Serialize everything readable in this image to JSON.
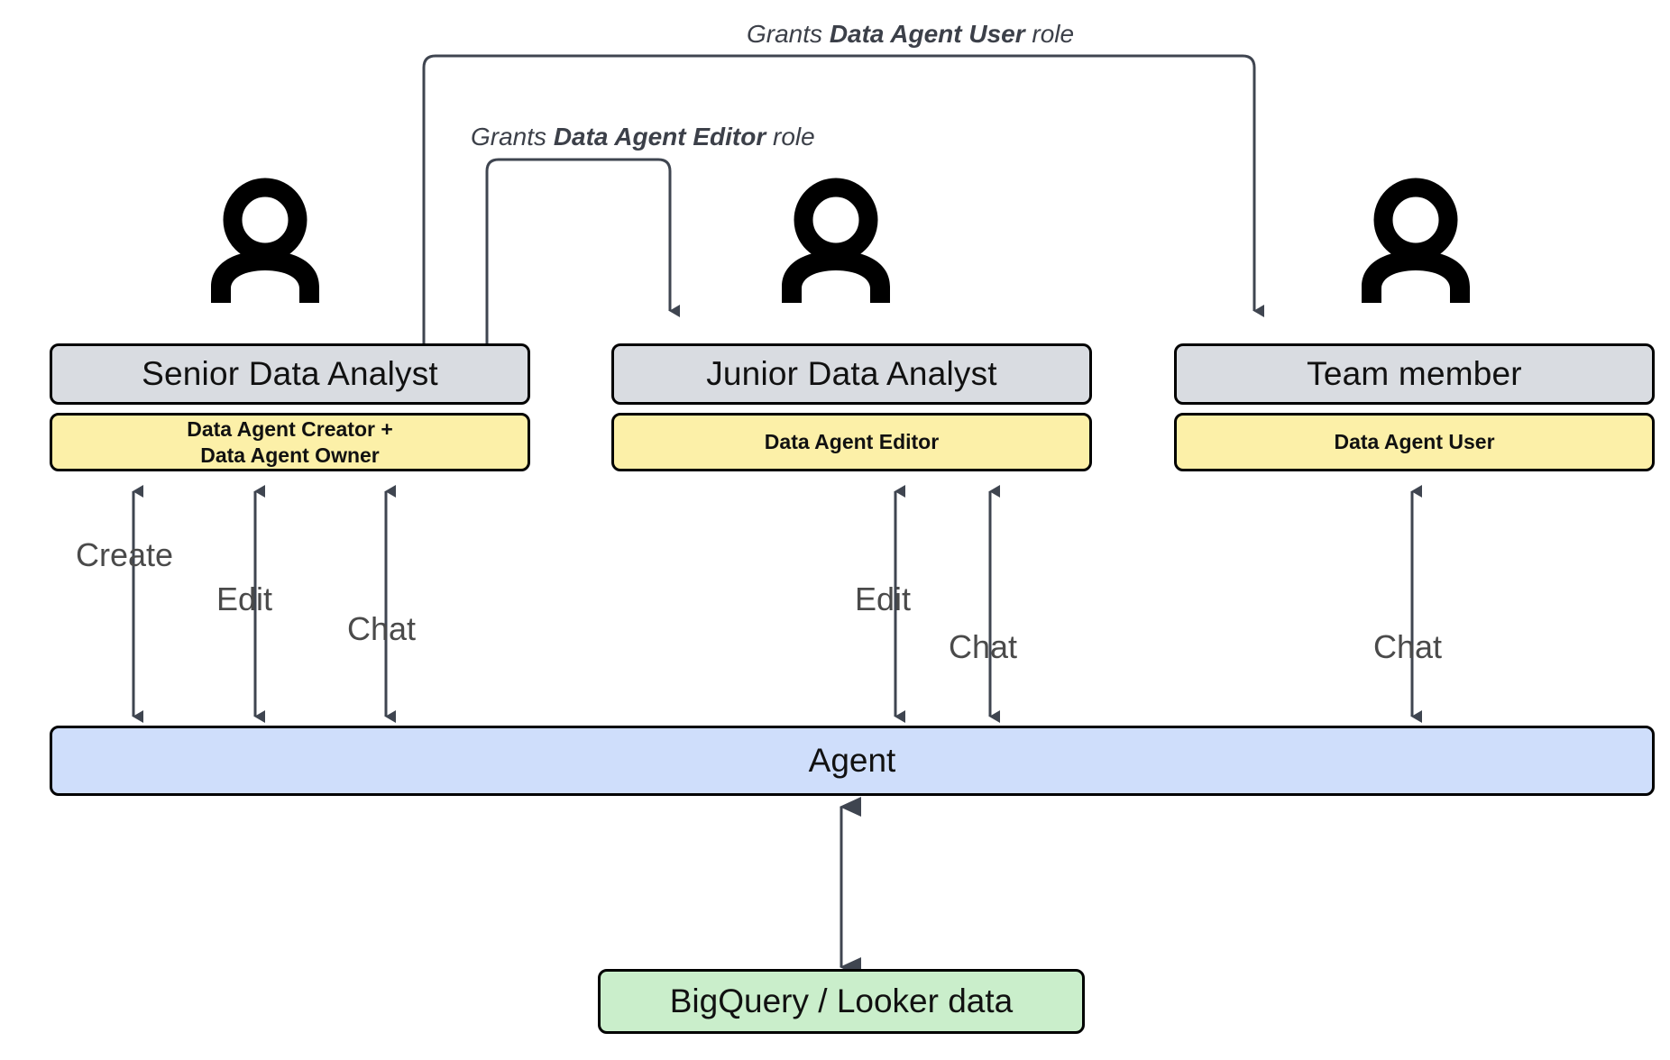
{
  "diagram": {
    "title": "Data Agent roles and permissions",
    "colors": {
      "role_box_fill": "#d9dce1",
      "permission_box_fill": "#fcf0a8",
      "agent_fill": "#cfdefb",
      "data_fill": "#caeecb",
      "border": "#000000",
      "connector": "#3f4550",
      "label_text": "#4a4a4a"
    },
    "personas": [
      {
        "id": "senior",
        "role": "Senior Data Analyst",
        "permission": "Data Agent Creator +\nData Agent Owner",
        "permission_line1": "Data Agent Creator +",
        "permission_line2": "Data Agent Owner",
        "actions": [
          "Create",
          "Edit",
          "Chat"
        ],
        "icon": "person-icon"
      },
      {
        "id": "junior",
        "role": "Junior Data Analyst",
        "permission": "Data Agent Editor",
        "permission_line1": "Data Agent Editor",
        "permission_line2": "",
        "actions": [
          "Edit",
          "Chat"
        ],
        "icon": "person-icon"
      },
      {
        "id": "team",
        "role": "Team member",
        "permission": "Data Agent User",
        "permission_line1": "Data Agent User",
        "permission_line2": "",
        "actions": [
          "Chat"
        ],
        "icon": "person-icon"
      }
    ],
    "grants": [
      {
        "id": "grant-user",
        "prefix": "Grants ",
        "role": "Data Agent User",
        "suffix": " role",
        "from": "senior",
        "to": "team"
      },
      {
        "id": "grant-editor",
        "prefix": "Grants ",
        "role": "Data Agent Editor",
        "suffix": " role",
        "from": "senior",
        "to": "junior"
      }
    ],
    "agent": {
      "label": "Agent"
    },
    "data_source": {
      "label": "BigQuery / Looker data"
    },
    "flow_labels": {
      "senior_create": "Create",
      "senior_edit": "Edit",
      "senior_chat": "Chat",
      "junior_edit": "Edit",
      "junior_chat": "Chat",
      "team_chat": "Chat"
    }
  }
}
